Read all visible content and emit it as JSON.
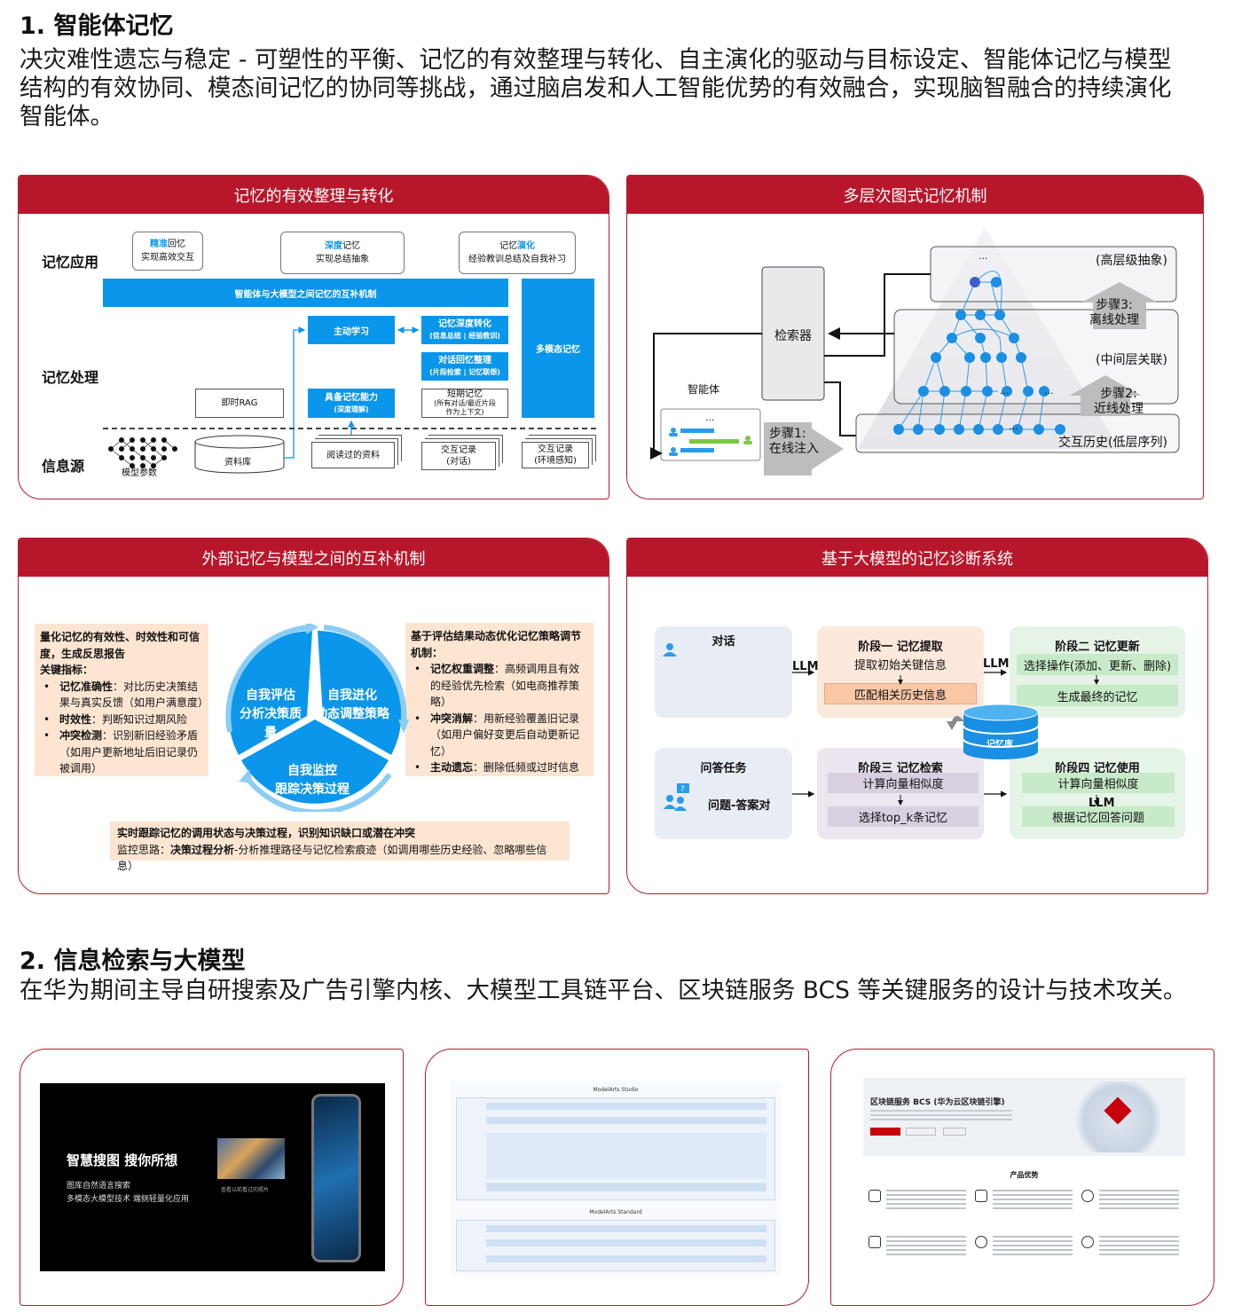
{
  "section1": {
    "title": "1. 智能体记忆",
    "para_lines": [
      "决灾难性遗忘与稳定 - 可塑性的平衡、记忆的有效整理与转化、自主演化的驱动与目标设定、智能体记忆与模型",
      "结构的有效协同、模态间记忆的协同等挑战，通过脑启发和人工智能优势的有效融合，实现脑智融合的持续演化",
      "智能体。"
    ]
  },
  "panel1": {
    "header": "记忆的有效整理与转化",
    "row_labels": [
      "记忆应用",
      "记忆处理",
      "信息源"
    ],
    "app_boxes": [
      {
        "hl": "精准",
        "rest": "回忆",
        "line2": "实现高效交互"
      },
      {
        "hl": "深度",
        "rest": "记忆",
        "line2": "实现总结抽象"
      },
      {
        "pre": "记忆",
        "hl": "演化",
        "line2": "经验教训总结及自我补习"
      }
    ],
    "bar": "智能体与大模型之间记忆的互补机制",
    "multimodal": "多模态记忆",
    "active_learning": "主动学习",
    "deep_transform": {
      "line1": "记忆深度转化",
      "line2": "(信息总结 | 经验教训)"
    },
    "dialog_organize": {
      "line1": "对话回忆整理",
      "line2": "(片段检索 | 记忆联想)"
    },
    "short_term": {
      "line1": "短期记忆",
      "line2": "(所有对话/最近片段",
      "line3": "作为上下文)"
    },
    "memory_ability": {
      "line1": "具备记忆能力",
      "line2": "(深度理解)"
    },
    "rag": "即时RAG",
    "sources": {
      "model_params": "模型参数",
      "database": "资料库",
      "read_material": "阅读过的资料",
      "interaction_dialog": {
        "line1": "交互记录",
        "line2": "(对话)"
      },
      "interaction_env": {
        "line1": "交互记录",
        "line2": "(环境感知)"
      }
    }
  },
  "panel2": {
    "header": "多层次图式记忆机制",
    "retriever": "检索器",
    "agent": "智能体",
    "ellipsis": "...",
    "levels": {
      "high": "(高层级抽象)",
      "mid": "(中间层关联)",
      "low": "交互历史(低层序列)"
    },
    "step1": {
      "line1": "步骤1:",
      "line2": "在线注入"
    },
    "step2": {
      "line1": "步骤2:",
      "line2": "近线处理"
    },
    "step3": {
      "line1": "步骤3:",
      "line2": "离线处理"
    }
  },
  "panel3": {
    "header": "外部记忆与模型之间的互补机制",
    "left": {
      "title": "量化记忆的有效性、时效性和可信度，生成反思报告",
      "key_label": "关键指标：",
      "items": [
        {
          "b": "记忆准确性",
          "t": "：对比历史决策结果与真实反馈（如用户满意度）"
        },
        {
          "b": "时效性",
          "t": "：判断知识过期风险"
        },
        {
          "b": "冲突检测",
          "t": "：识别新旧经验矛盾（如用户更新地址后旧记录仍被调用）"
        }
      ]
    },
    "right": {
      "title": "基于评估结果动态优化记忆策略调节机制：",
      "items": [
        {
          "b": "记忆权重调整",
          "t": "：高频调用且有效的经验优先检索（如电商推荐策略）"
        },
        {
          "b": "冲突消解",
          "t": "：用新经验覆盖旧记录（如用户偏好变更后自动更新记忆）"
        },
        {
          "b": "主动遗忘",
          "t": "：删除低频或过时信息"
        }
      ]
    },
    "bottom": {
      "line1": "实时跟踪记忆的调用状态与决策过程，识别知识缺口或潜在冲突",
      "line2_pre": "监控思路：",
      "line2_b": "决策过程分析",
      "line2_rest": "-分析推理路径与记忆检索痕迹（如调用哪些历史经验、忽略哪些信息）"
    },
    "circle": {
      "s1": {
        "l1": "自我评估",
        "l2": "分析决策质量"
      },
      "s2": {
        "l1": "自我进化",
        "l2": "动态调整策略"
      },
      "s3": {
        "l1": "自我监控",
        "l2": "跟踪决策过程"
      }
    }
  },
  "panel4": {
    "header": "基于大模型的记忆诊断系统",
    "dialog": "对话",
    "qa": {
      "title": "问答任务",
      "pair": "问题-答案对"
    },
    "llm": "LLM",
    "stage1": {
      "title": "阶段一 记忆提取",
      "l1": "提取初始关键信息",
      "l2": "匹配相关历史信息"
    },
    "stage2": {
      "title": "阶段二 记忆更新",
      "l1": "选择操作(添加、更新、删除)",
      "l2": "生成最终的记忆"
    },
    "stage3": {
      "title": "阶段三 记忆检索",
      "l1": "计算向量相似度",
      "l2": "选择top_k条记忆"
    },
    "stage4": {
      "title": "阶段四 记忆使用",
      "l1": "计算向量相似度",
      "l2": "根据记忆回答问题"
    },
    "memdb": "记忆库"
  },
  "section2": {
    "title": "2. 信息检索与大模型",
    "para": "在华为期间主导自研搜索及广告引擎内核、大模型工具链平台、区块链服务 BCS 等关键服务的设计与技术攻关。"
  },
  "products": {
    "search": {
      "title": "智慧搜图 搜你所想",
      "l1": "图库自然语言搜索",
      "l2": "多模态大模型技术 端侧轻量化应用",
      "caption": "查看以前看过的照片"
    },
    "modelarts": {
      "studio": "ModelArts Studio",
      "standard": "ModelArts Standard"
    },
    "bcs": {
      "title": "区块链服务 BCS (华为云区块链引擎)",
      "advantages": "产品优势"
    }
  }
}
